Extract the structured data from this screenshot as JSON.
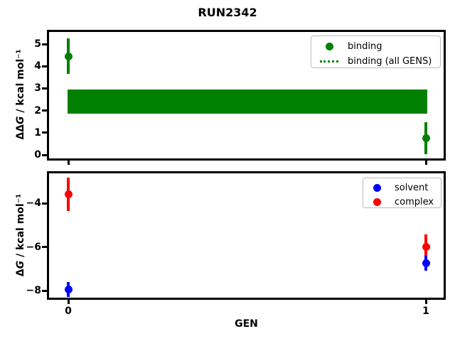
{
  "figure": {
    "title": "RUN2342",
    "xlabel": "GEN",
    "background": "#ffffff"
  },
  "chart_data": [
    {
      "type": "scatter",
      "panel": "top",
      "ylabel": "ΔΔG / kcal mol⁻¹",
      "ylabel_parts": {
        "delta": "ΔΔ",
        "var": "G",
        "rest": " / kcal mol⁻¹"
      },
      "x": [
        0,
        1
      ],
      "xticklabels": [
        "",
        ""
      ],
      "series": [
        {
          "name": "binding",
          "color": "#008000",
          "values": [
            4.45,
            0.75
          ],
          "errors": [
            0.8,
            0.72
          ]
        }
      ],
      "band": {
        "name": "binding (all GENS)",
        "color": "#008000",
        "x_span": [
          0,
          1
        ],
        "low": 1.85,
        "high": 2.95,
        "center": 2.4,
        "halfwidth": 0.55
      },
      "yticks": [
        5,
        4,
        3,
        2,
        1,
        0
      ],
      "yticklabels": [
        "5",
        "4",
        "3",
        "2",
        "1",
        "0"
      ],
      "ylim": [
        -0.2,
        5.6
      ],
      "xlim": [
        -0.06,
        1.05
      ],
      "grid": false,
      "legend": {
        "position": "upper right",
        "entries": [
          {
            "label": "binding",
            "handle": "dot",
            "color": "#008000"
          },
          {
            "label": "binding (all GENS)",
            "handle": "dotted-line",
            "color": "#008000"
          }
        ]
      }
    },
    {
      "type": "scatter",
      "panel": "bottom",
      "ylabel": "ΔG / kcal mol⁻¹",
      "ylabel_parts": {
        "delta": "Δ",
        "var": "G",
        "rest": " / kcal mol⁻¹"
      },
      "x": [
        0,
        1
      ],
      "xticklabels": [
        "0",
        "1"
      ],
      "series": [
        {
          "name": "solvent",
          "color": "#0000ff",
          "values": [
            -7.95,
            -6.75
          ],
          "errors": [
            0.33,
            0.34
          ]
        },
        {
          "name": "complex",
          "color": "#ff0000",
          "values": [
            -3.6,
            -6.0
          ],
          "errors": [
            0.76,
            0.57
          ]
        }
      ],
      "yticks": [
        -4,
        -6,
        -8
      ],
      "yticklabels": [
        "−4",
        "−6",
        "−8"
      ],
      "ylim": [
        -8.45,
        -2.6
      ],
      "xlim": [
        -0.06,
        1.05
      ],
      "grid": false,
      "legend": {
        "position": "upper right",
        "entries": [
          {
            "label": "solvent",
            "handle": "dot",
            "color": "#0000ff"
          },
          {
            "label": "complex",
            "handle": "dot",
            "color": "#ff0000"
          }
        ]
      }
    }
  ]
}
